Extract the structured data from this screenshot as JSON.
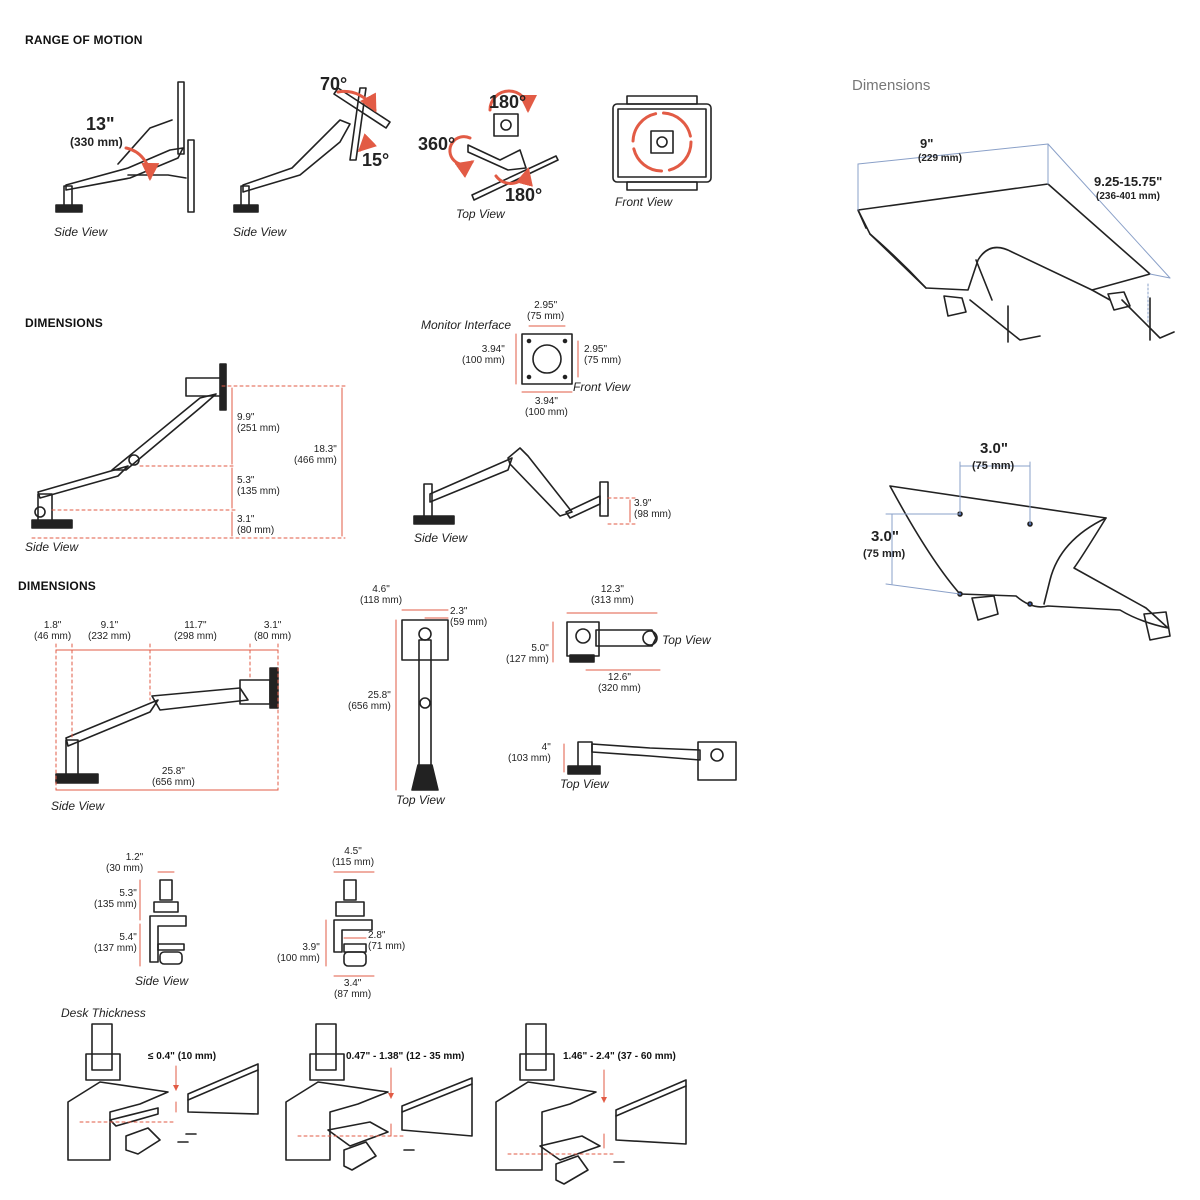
{
  "range_of_motion": {
    "heading": "RANGE OF MOTION",
    "height": "13\"",
    "height_mm": "(330 mm)",
    "tilt_up": "70°",
    "tilt_down": "15°",
    "rotate": "360°",
    "pan_top": "180°",
    "pan_bottom": "180°",
    "views": [
      "Side View",
      "Side View",
      "Top View",
      "Front View"
    ]
  },
  "dimensions_1": {
    "heading": "DIMENSIONS",
    "monitor_interface": "Monitor Interface",
    "vesa_top": "2.95\"",
    "vesa_top_mm": "(75 mm)",
    "vesa_right": "2.95\"",
    "vesa_right_mm": "(75 mm)",
    "vesa_left": "3.94\"",
    "vesa_left_mm": "(100 mm)",
    "vesa_bottom": "3.94\"",
    "vesa_bottom_mm": "(100 mm)",
    "front_view": "Front View",
    "d_upper": "9.9\"",
    "d_upper_mm": "(251 mm)",
    "d_total": "18.3\"",
    "d_total_mm": "(466 mm)",
    "d_mid": "5.3\"",
    "d_mid_mm": "(135 mm)",
    "d_base": "3.1\"",
    "d_base_mm": "(80 mm)",
    "side_view": "Side View",
    "d_drop": "3.9\"",
    "d_drop_mm": "(98 mm)",
    "side_view_2": "Side View"
  },
  "dimensions_2": {
    "heading": "DIMENSIONS",
    "a": "1.8\"",
    "a_mm": "(46 mm)",
    "b": "9.1\"",
    "b_mm": "(232 mm)",
    "c": "11.7\"",
    "c_mm": "(298 mm)",
    "d": "3.1\"",
    "d_mm": "(80 mm)",
    "reach": "25.8\"",
    "reach_mm": "(656 mm)",
    "side_view": "Side View",
    "t_width": "4.6\"",
    "t_width_mm": "(118 mm)",
    "t_off": "2.3\"",
    "t_off_mm": "(59 mm)",
    "t_len": "25.8\"",
    "t_len_mm": "(656 mm)",
    "top_view": "Top View",
    "r_w": "12.3\"",
    "r_w_mm": "(313 mm)",
    "r_h": "5.0\"",
    "r_h_mm": "(127 mm)",
    "r_w2": "12.6\"",
    "r_w2_mm": "(320 mm)",
    "top_view_2": "Top View",
    "s_h": "4\"",
    "s_h_mm": "(103 mm)",
    "top_view_3": "Top View"
  },
  "clamp": {
    "c1": "1.2\"",
    "c1_mm": "(30 mm)",
    "c2": "5.3\"",
    "c2_mm": "(135 mm)",
    "c3": "5.4\"",
    "c3_mm": "(137 mm)",
    "side_view": "Side View",
    "e1": "4.5\"",
    "e1_mm": "(115 mm)",
    "e2": "3.9\"",
    "e2_mm": "(100 mm)",
    "e3": "2.8\"",
    "e3_mm": "(71 mm)",
    "e4": "3.4\"",
    "e4_mm": "(87 mm)"
  },
  "desk_thickness": {
    "title": "Desk Thickness",
    "t1": "≤ 0.4\" (10 mm)",
    "t2": "0.47\" - 1.38\" (12 - 35 mm)",
    "t3": "1.46\" - 2.4\" (37 - 60 mm)"
  },
  "tray": {
    "heading": "Dimensions",
    "width": "9\"",
    "width_mm": "(229 mm)",
    "depth": "9.25-15.75\"",
    "depth_mm": "(236-401 mm)",
    "vesa_h": "3.0\"",
    "vesa_h_mm": "(75 mm)",
    "vesa_v": "3.0\"",
    "vesa_v_mm": "(75 mm)"
  },
  "colors": {
    "accent": "#e25b45",
    "line": "#222222",
    "grey_heading": "#777777"
  }
}
